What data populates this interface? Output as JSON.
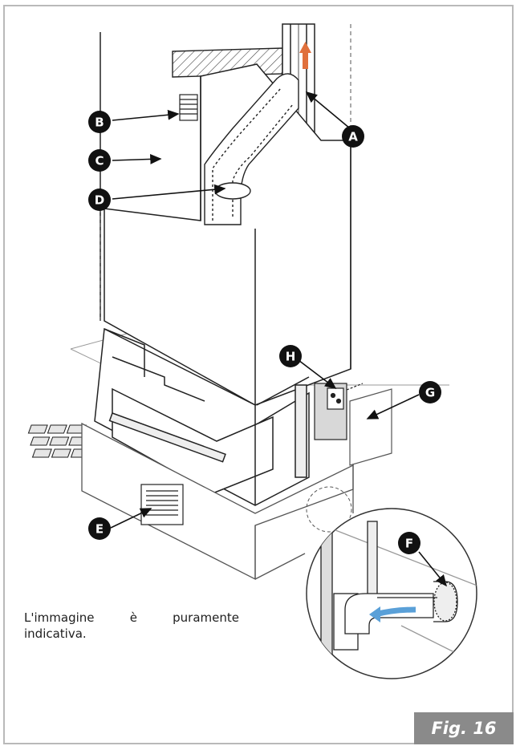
{
  "callouts": {
    "A": "A",
    "B": "B",
    "C": "C",
    "D": "D",
    "E": "E",
    "F": "F",
    "G": "G",
    "H": "H"
  },
  "caption": "L'immagine è puramente indicativa.",
  "figure_label": "Fig. 16",
  "colors": {
    "line": "#2a2a2a",
    "callout_fill": "#111111",
    "flow_arrow_up": "#e0703c",
    "flow_arrow_blue": "#5aa0d8",
    "frame": "#b9b9b9",
    "tag": "#8a8a8a"
  }
}
